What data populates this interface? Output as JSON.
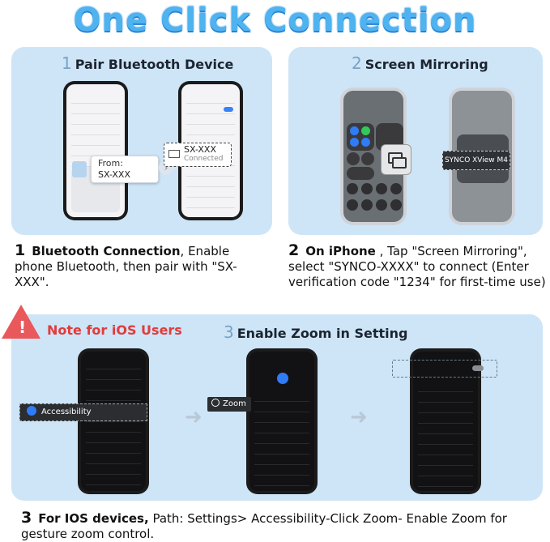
{
  "title": "One Click Connection",
  "step1": {
    "num": "1",
    "heading": "Pair Bluetooth Device",
    "from_label": "From:",
    "from_value": "SX-XXX",
    "device_name": "SX-XXX",
    "device_status": "Connected",
    "desc_num": "1",
    "desc_bold": "Bluetooth Connection",
    "desc_text": ", Enable phone Bluetooth, then pair with \"SX-XXX\"."
  },
  "step2": {
    "num": "2",
    "heading": "Screen Mirroring",
    "target_label": "SYNCO XView M4",
    "desc_num": "2",
    "desc_bold": "On iPhone",
    "desc_text": " , Tap \"Screen Mirroring\", select \"SYNCO-XXXX\" to connect (Enter verification code \"1234\" for first-time use)"
  },
  "step3": {
    "note": "Note for iOS Users",
    "num": "3",
    "heading": "Enable Zoom in Setting",
    "accessibility_label": "Accessibility",
    "zoom_label": "Zoom",
    "desc_num": "3",
    "desc_bold": "For IOS devices,",
    "desc_text": " Path: Settings> Accessibility-Click Zoom- Enable Zoom for gesture zoom control."
  }
}
